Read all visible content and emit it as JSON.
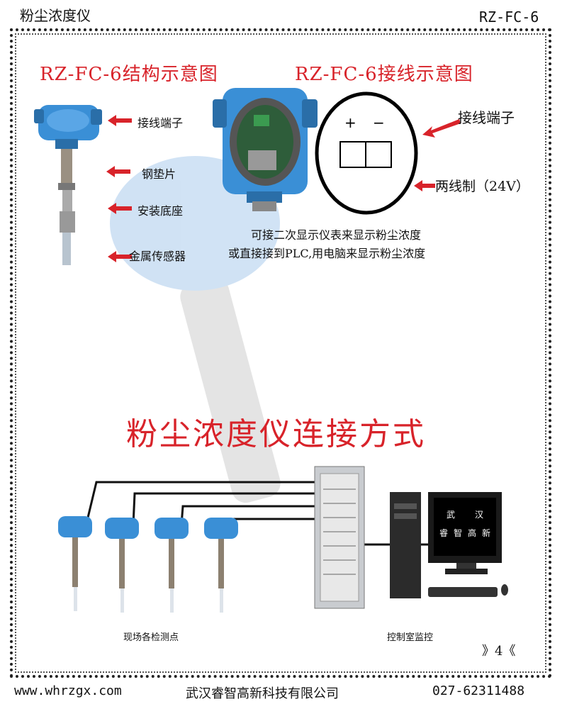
{
  "header": {
    "left_title": "粉尘浓度仪",
    "model": "RZ-FC-6"
  },
  "structure": {
    "title": "RZ-FC-6结构示意图",
    "labels": [
      "接线端子",
      "钢垫片",
      "安装底座",
      "金属传感器"
    ]
  },
  "wiring": {
    "title": "RZ-FC-6接线示意图",
    "plus": "+",
    "minus": "−",
    "terminal_label": "接线端子",
    "two_wire_label": "两线制（24V）",
    "note_line1": "可接二次显示仪表来显示粉尘浓度",
    "note_line2": "或直接接到PLC,用电脑来显示粉尘浓度"
  },
  "connection": {
    "title": "粉尘浓度仪连接方式",
    "field_label": "现场各检测点",
    "control_label": "控制室监控",
    "monitor_text": [
      "武",
      "汉",
      "睿",
      "智",
      "高",
      "新"
    ]
  },
  "page_number": "》4《",
  "footer": {
    "url": "www.whrzgx.com",
    "company": "武汉睿智高新科技有限公司",
    "phone": "027-62311488"
  },
  "colors": {
    "accent_red": "#d8232a",
    "device_blue": "#3a8fd6"
  }
}
